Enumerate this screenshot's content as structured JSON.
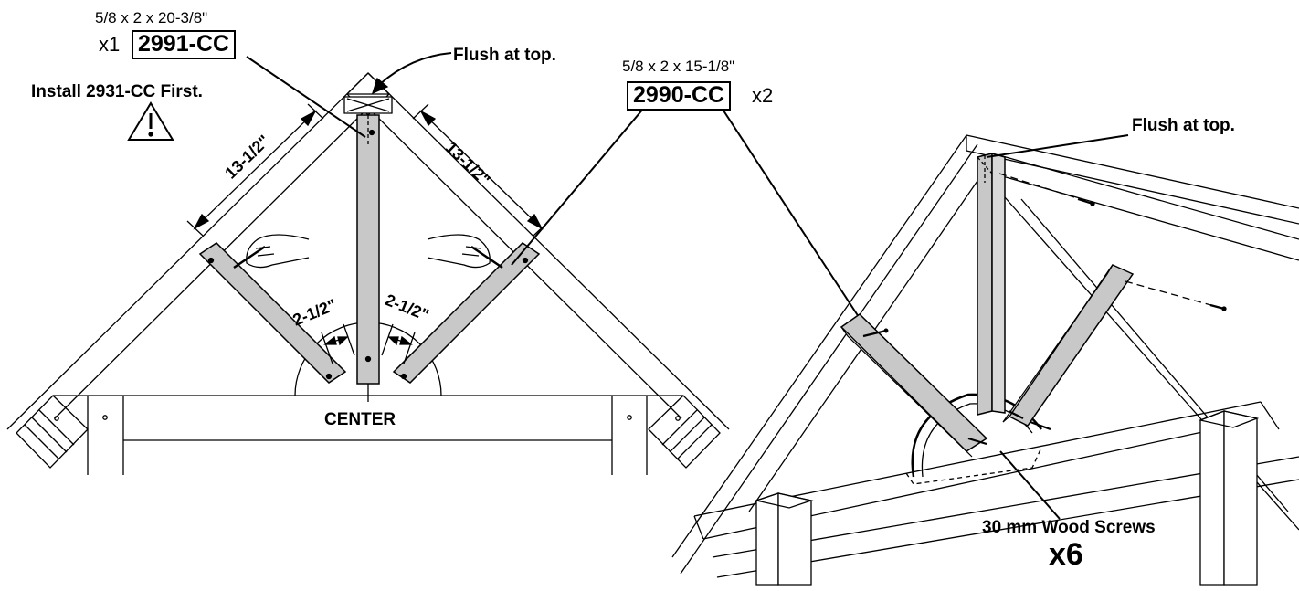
{
  "left_view": {
    "part_size": "5/8 x 2 x 20-3/8\"",
    "part_qty": "x1",
    "part_number": "2991-CC",
    "warning_text": "Install 2931-CC First.",
    "warning_icon": "warning-triangle-icon",
    "flush_note": "Flush at top.",
    "dim_left": "13-1/2\"",
    "dim_right": "13-1/2\"",
    "gap_left": "2-1/2\"",
    "gap_right": "2-1/2\"",
    "center_label": "CENTER"
  },
  "middle_callout": {
    "part_size": "5/8 x 2 x 15-1/8\"",
    "part_number": "2990-CC",
    "part_qty": "x2"
  },
  "right_view": {
    "flush_note": "Flush at top.",
    "screw_label": "30 mm Wood Screws",
    "screw_qty": "x6"
  }
}
